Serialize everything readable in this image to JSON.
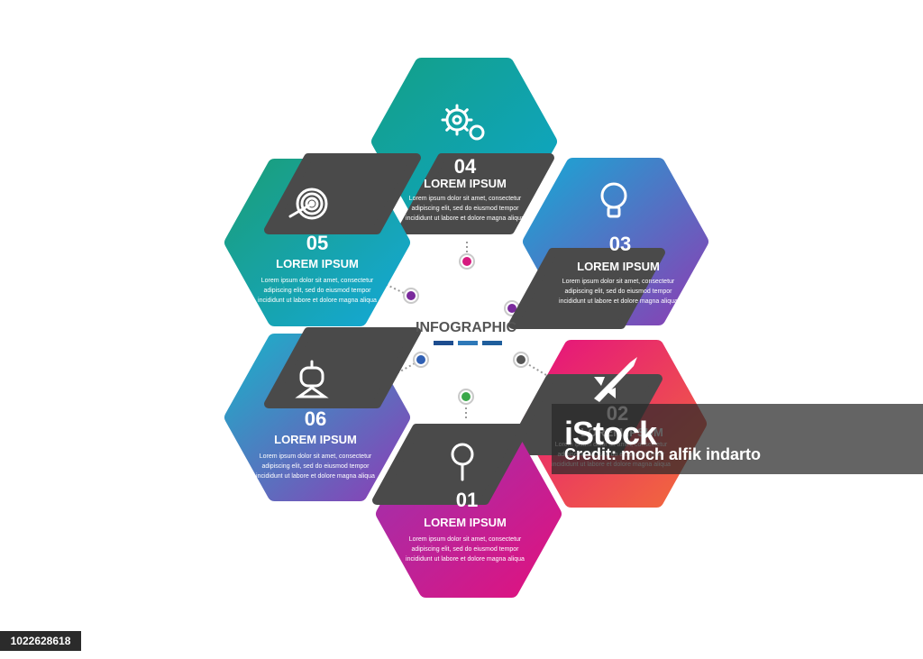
{
  "center": {
    "title": "INFOGRAPHIC",
    "bar_colors": [
      "#1d4d8f",
      "#2e78b8",
      "#1f5e9c"
    ]
  },
  "segments": [
    {
      "number": "04",
      "title": "LOREM IPSUM",
      "icon": "gears-icon",
      "body": [
        "Lorem ipsum dolor sit amet, consectetur",
        "adipiscing elit, sed do eiusmod tempor",
        "incididunt ut labore et dolore magna aliqua"
      ],
      "gradient": [
        "#13a089",
        "#0ea5c8"
      ],
      "dot": "#d61a7f"
    },
    {
      "number": "03",
      "title": "LOREM IPSUM",
      "icon": "lightbulb-icon",
      "body": [
        "Lorem ipsum dolor sit amet, consectetur",
        "adipiscing elit, sed do eiusmod tempor",
        "incididunt ut labore et dolore magna aliqua"
      ],
      "gradient": [
        "#1aa6d4",
        "#8a3fb4"
      ],
      "dot": "#7a2a9c"
    },
    {
      "number": "02",
      "title": "LOREM IPSUM",
      "icon": "rocket-icon",
      "body": [
        "Lorem ipsum dolor sit amet, consectetur",
        "adipiscing elit, sed do eiusmod tempor",
        "incididunt ut labore et dolore magna aliqua"
      ],
      "gradient": [
        "#e5127e",
        "#f26b3a"
      ],
      "dot": "#555555"
    },
    {
      "number": "01",
      "title": "LOREM IPSUM",
      "icon": "magnifier-icon",
      "body": [
        "Lorem ipsum dolor sit amet, consectetur",
        "adipiscing elit, sed do eiusmod tempor",
        "incididunt ut labore et dolore magna aliqua"
      ],
      "gradient": [
        "#9b33b0",
        "#e0127f"
      ],
      "dot": "#3aa84a"
    },
    {
      "number": "06",
      "title": "LOREM IPSUM",
      "icon": "robot-icon",
      "body": [
        "Lorem ipsum dolor sit amet, consectetur",
        "adipiscing elit, sed do eiusmod tempor",
        "incididunt ut labore et dolore magna aliqua"
      ],
      "gradient": [
        "#1bb0c9",
        "#8b3fb6"
      ],
      "dot": "#2f5fb3"
    },
    {
      "number": "05",
      "title": "LOREM IPSUM",
      "icon": "target-icon",
      "body": [
        "Lorem ipsum dolor sit amet, consectetur",
        "adipiscing elit, sed do eiusmod tempor",
        "incididunt ut labore et dolore magna aliqua"
      ],
      "gradient": [
        "#1a9e7a",
        "#14a8d6"
      ],
      "dot": "#7a2a9c"
    }
  ],
  "watermark": {
    "logo": "iStock",
    "credit": "Credit: moch alfik indarto"
  },
  "stock_id": "1022628618"
}
